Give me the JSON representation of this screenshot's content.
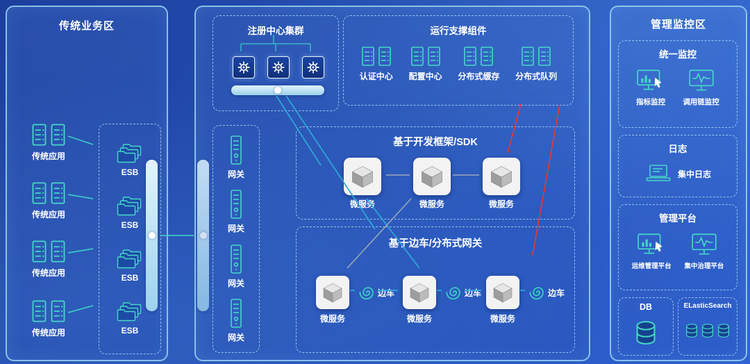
{
  "colors": {
    "background_top": "#1d3f9e",
    "background_bottom": "#2f63d4",
    "panel_border": "#8fd0f0",
    "accent_teal": "#3cc9c4",
    "arrow_cyan": "#2fa8d8",
    "arrow_gray": "#9aa7b8",
    "arrow_red": "#e8372f",
    "bar_fill": "#a9dcf4",
    "cube_bg": "#f2f2f2"
  },
  "icons": {
    "traditional_app": "server-rack-pair-icon",
    "esb": "folder-stack-icon",
    "registry_node": "gear-icon",
    "load_balancer": "bar-with-dot-icon",
    "bus": "vertical-bar-icon",
    "gateway": "server-tower-icon",
    "microservice": "cube-icon",
    "sidecar": "spiral-icon",
    "metrics_monitoring": "monitor-chart-icon",
    "trace_monitoring": "monitor-pulse-icon",
    "central_logs": "laptop-icon",
    "ops_platform": "monitor-chart-icon",
    "governance_platform": "monitor-pulse-icon",
    "database": "cylinder-icon"
  },
  "left_panel": {
    "title": "传统业务区",
    "apps": [
      {
        "label": "传统应用"
      },
      {
        "label": "传统应用"
      },
      {
        "label": "传统应用"
      },
      {
        "label": "传统应用"
      }
    ],
    "esb": {
      "items": [
        {
          "label": "ESB"
        },
        {
          "label": "ESB"
        },
        {
          "label": "ESB"
        },
        {
          "label": "ESB"
        }
      ]
    }
  },
  "middle_panel": {
    "registry": {
      "title": "注册中心集群"
    },
    "runtime": {
      "title": "运行支撑组件",
      "items": [
        {
          "label": "认证中心"
        },
        {
          "label": "配置中心"
        },
        {
          "label": "分布式缓存"
        },
        {
          "label": "分布式队列"
        }
      ]
    },
    "gateways": [
      {
        "label": "网关"
      },
      {
        "label": "网关"
      },
      {
        "label": "网关"
      },
      {
        "label": "网关"
      }
    ],
    "sdk": {
      "title": "基于开发框架/SDK",
      "services": [
        {
          "label": "微服务"
        },
        {
          "label": "微服务"
        },
        {
          "label": "微服务"
        }
      ]
    },
    "sidecar": {
      "title": "基于边车/分布式网关",
      "groups": [
        {
          "service": "微服务",
          "sidecar": "边车"
        },
        {
          "service": "微服务",
          "sidecar": "边车"
        },
        {
          "service": "微服务",
          "sidecar": "边车"
        }
      ]
    }
  },
  "right_panel": {
    "title": "管理监控区",
    "monitoring": {
      "title": "统一监控",
      "items": [
        {
          "label": "指标监控"
        },
        {
          "label": "调用链监控"
        }
      ]
    },
    "logs": {
      "title": "日志",
      "item": "集中日志"
    },
    "management": {
      "title": "管理平台",
      "items": [
        {
          "label": "运维管理平台"
        },
        {
          "label": "集中治理平台"
        }
      ]
    },
    "storage": [
      {
        "label": "DB"
      },
      {
        "label": "ELasticSearch"
      }
    ]
  }
}
